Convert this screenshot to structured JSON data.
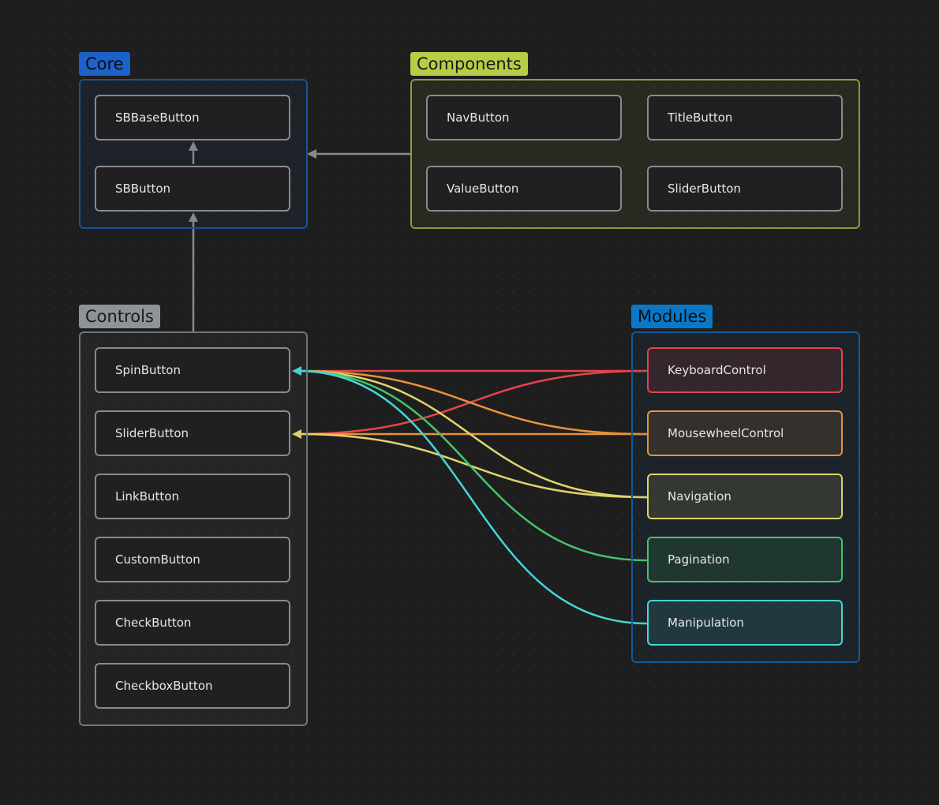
{
  "groups": {
    "core": {
      "label": "Core",
      "color": "#1c62c8",
      "nodes": [
        "SBBaseButton",
        "SBButton"
      ]
    },
    "components": {
      "label": "Components",
      "color": "#b9cc45",
      "nodes": [
        "NavButton",
        "TitleButton",
        "ValueButton",
        "SliderButton"
      ]
    },
    "controls": {
      "label": "Controls",
      "color": "#8c9499",
      "nodes": [
        "SpinButton",
        "SliderButton",
        "LinkButton",
        "CustomButton",
        "CheckButton",
        "CheckboxButton"
      ]
    },
    "modules": {
      "label": "Modules",
      "color": "#0a78c6",
      "nodes": [
        "KeyboardControl",
        "MousewheelControl",
        "Navigation",
        "Pagination",
        "Manipulation"
      ]
    }
  },
  "module_colors": {
    "KeyboardControl": "#e8434b",
    "MousewheelControl": "#e8923b",
    "Navigation": "#e0d46c",
    "Pagination": "#44c46c",
    "Manipulation": "#46d6d6"
  },
  "edges": [
    {
      "from": "core.SBButton",
      "to": "core.SBBaseButton"
    },
    {
      "from": "components",
      "to": "core"
    },
    {
      "from": "controls",
      "to": "core.SBButton"
    },
    {
      "from": "modules.KeyboardControl",
      "to": "controls.SpinButton"
    },
    {
      "from": "modules.KeyboardControl",
      "to": "controls.SliderButton"
    },
    {
      "from": "modules.MousewheelControl",
      "to": "controls.SpinButton"
    },
    {
      "from": "modules.MousewheelControl",
      "to": "controls.SliderButton"
    },
    {
      "from": "modules.Navigation",
      "to": "controls.SpinButton"
    },
    {
      "from": "modules.Navigation",
      "to": "controls.SliderButton"
    },
    {
      "from": "modules.Pagination",
      "to": "controls.SpinButton"
    },
    {
      "from": "modules.Manipulation",
      "to": "controls.SpinButton"
    }
  ]
}
